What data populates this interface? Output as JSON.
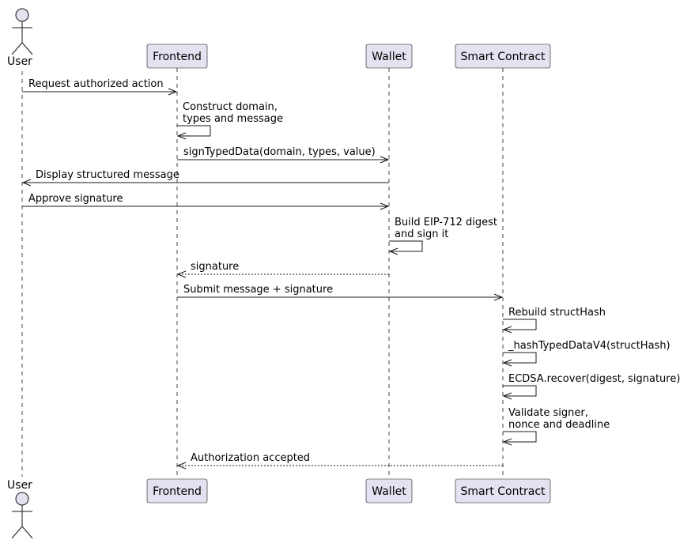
{
  "diagram": {
    "type": "sequence",
    "colors": {
      "participant_fill": "#E2E2F0",
      "participant_border": "#181818",
      "lifeline": "#181818",
      "arrow": "#181818",
      "text": "#000000",
      "background": "#FFFFFF"
    },
    "participants": [
      {
        "id": "user",
        "label": "User",
        "kind": "actor"
      },
      {
        "id": "frontend",
        "label": "Frontend",
        "kind": "participant"
      },
      {
        "id": "wallet",
        "label": "Wallet",
        "kind": "participant"
      },
      {
        "id": "contract",
        "label": "Smart Contract",
        "kind": "participant"
      }
    ],
    "messages": [
      {
        "from": "user",
        "to": "frontend",
        "lines": [
          "Request authorized action"
        ],
        "style": "solid"
      },
      {
        "from": "frontend",
        "to": "frontend",
        "lines": [
          "Construct domain,",
          "types and message"
        ],
        "style": "solid"
      },
      {
        "from": "frontend",
        "to": "wallet",
        "lines": [
          "signTypedData(domain, types, value)"
        ],
        "style": "solid"
      },
      {
        "from": "wallet",
        "to": "user",
        "lines": [
          "Display structured message"
        ],
        "style": "solid"
      },
      {
        "from": "user",
        "to": "wallet",
        "lines": [
          "Approve signature"
        ],
        "style": "solid"
      },
      {
        "from": "wallet",
        "to": "wallet",
        "lines": [
          "Build EIP-712 digest",
          "and sign it"
        ],
        "style": "solid"
      },
      {
        "from": "wallet",
        "to": "frontend",
        "lines": [
          "signature"
        ],
        "style": "dashed"
      },
      {
        "from": "frontend",
        "to": "contract",
        "lines": [
          "Submit message + signature"
        ],
        "style": "solid"
      },
      {
        "from": "contract",
        "to": "contract",
        "lines": [
          "Rebuild structHash"
        ],
        "style": "solid"
      },
      {
        "from": "contract",
        "to": "contract",
        "lines": [
          "_hashTypedDataV4(structHash)"
        ],
        "style": "solid"
      },
      {
        "from": "contract",
        "to": "contract",
        "lines": [
          "ECDSA.recover(digest, signature)"
        ],
        "style": "solid"
      },
      {
        "from": "contract",
        "to": "contract",
        "lines": [
          "Validate signer,",
          "nonce and deadline"
        ],
        "style": "solid"
      },
      {
        "from": "contract",
        "to": "frontend",
        "lines": [
          "Authorization accepted"
        ],
        "style": "dashed"
      }
    ]
  }
}
